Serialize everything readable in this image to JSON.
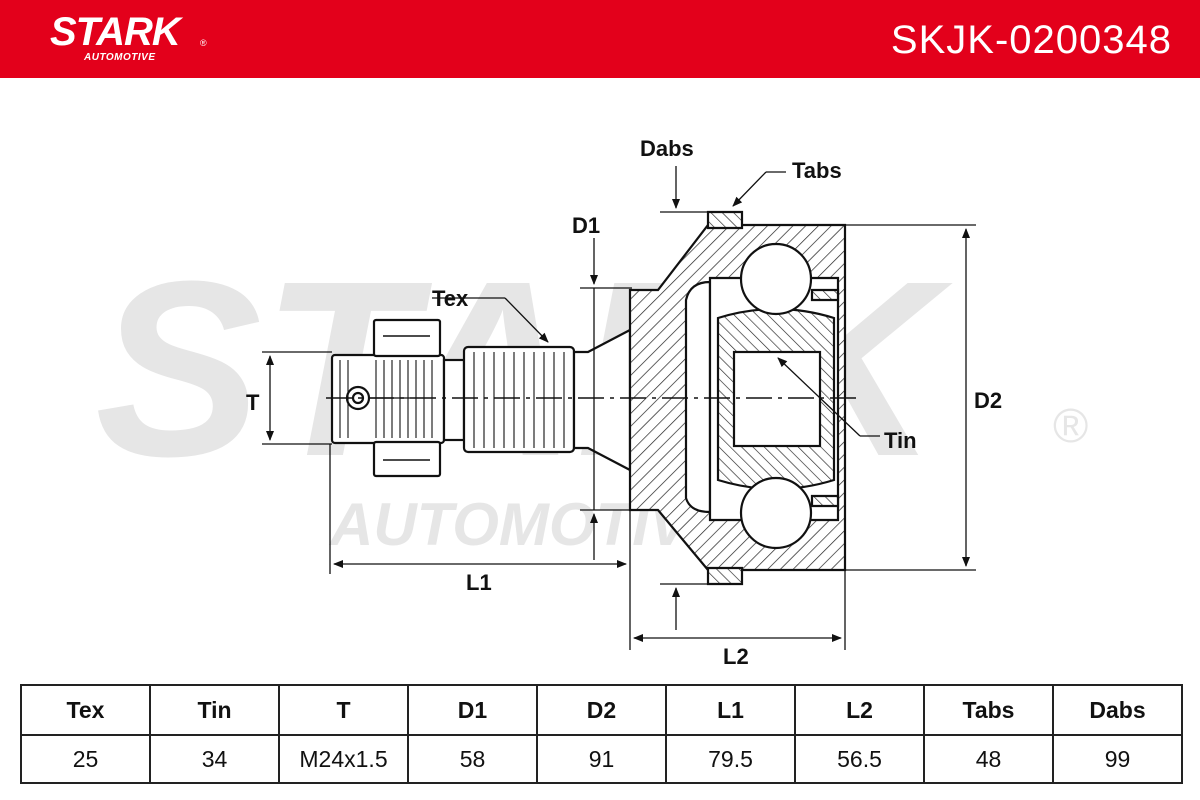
{
  "header": {
    "brand": "STARK",
    "brand_sub": "AUTOMOTIVE",
    "registered": "®",
    "part_number": "SKJK-0200348",
    "color": "#e3001b"
  },
  "watermark": {
    "brand": "STARK",
    "brand_sub": "AUTOMOTIVE",
    "registered": "®"
  },
  "drawing": {
    "labels": {
      "dabs": "Dabs",
      "tabs": "Tabs",
      "d1": "D1",
      "tex": "Tex",
      "t": "T",
      "d2": "D2",
      "tin": "Tin",
      "l1": "L1",
      "l2": "L2"
    }
  },
  "table": {
    "headers": [
      "Tex",
      "Tin",
      "T",
      "D1",
      "D2",
      "L1",
      "L2",
      "Tabs",
      "Dabs"
    ],
    "values": [
      "25",
      "34",
      "M24x1.5",
      "58",
      "91",
      "79.5",
      "56.5",
      "48",
      "99"
    ]
  }
}
